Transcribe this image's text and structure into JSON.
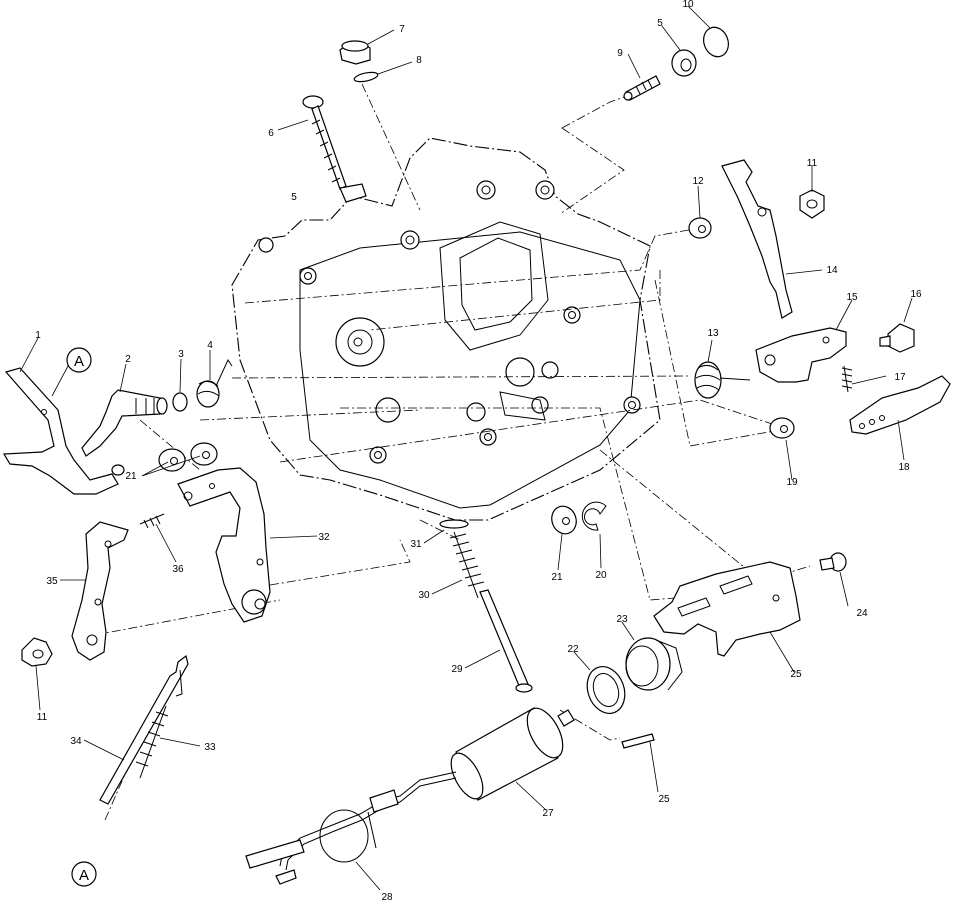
{
  "callouts": {
    "c1": "1",
    "c2": "2",
    "c3": "3",
    "c4": "4",
    "c5a": "5",
    "c5b": "5",
    "c6": "6",
    "c7": "7",
    "c8": "8",
    "c9": "9",
    "c10": "10",
    "c11a": "11",
    "c11b": "11",
    "c12": "12",
    "c13": "13",
    "c14": "14",
    "c15": "15",
    "c16": "16",
    "c17": "17",
    "c18": "18",
    "c19": "19",
    "c20": "20",
    "c21a": "21",
    "c21b": "21",
    "c22": "22",
    "c23": "23",
    "c24": "24",
    "c25a": "25",
    "c25b": "25",
    "c27": "27",
    "c28": "28",
    "c29": "29",
    "c30": "30",
    "c31": "31",
    "c32": "32",
    "c33": "33",
    "c34": "34",
    "c35": "35",
    "c36": "36"
  },
  "reference_markers": {
    "top": "A",
    "bottom": "A"
  }
}
